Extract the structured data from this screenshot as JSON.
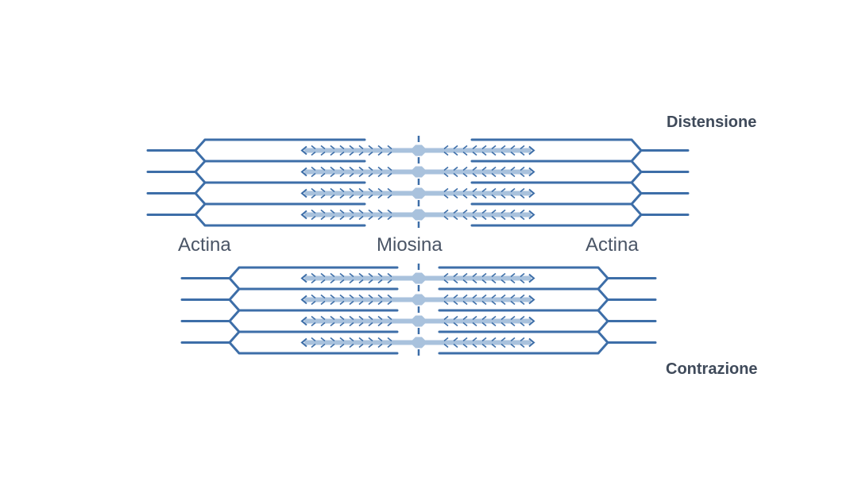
{
  "title": "Actin-myosin sliding filament diagram",
  "colors": {
    "actin": "#3d6ea8",
    "myosin": "#a9c2dd",
    "myosin_heads": "#3d6ea8",
    "text": "#4a5566"
  },
  "states": [
    {
      "id": "relaxed",
      "label": "Distensione",
      "sarcomere_overlap": "partial"
    },
    {
      "id": "contracted",
      "label": "Contrazione",
      "sarcomere_overlap": "full"
    }
  ],
  "filament_labels": {
    "left": "Actina",
    "center": "Miosina",
    "right": "Actina"
  },
  "filament_rows_per_state": 4
}
